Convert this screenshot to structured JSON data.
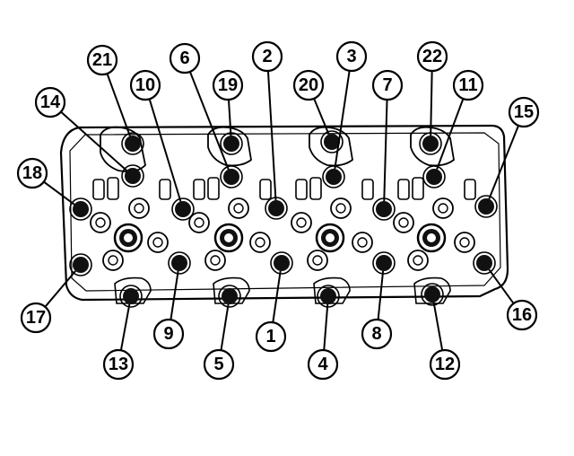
{
  "diagram": {
    "subject": "cylinder-head-bolt-torque-sequence",
    "colors": {
      "line": "#000000",
      "background": "#ffffff",
      "bolt": "#111111"
    },
    "callouts": [
      "21",
      "6",
      "2",
      "3",
      "22",
      "10",
      "19",
      "20",
      "7",
      "11",
      "14",
      "15",
      "18",
      "17",
      "9",
      "1",
      "8",
      "16",
      "13",
      "5",
      "4",
      "12"
    ]
  }
}
